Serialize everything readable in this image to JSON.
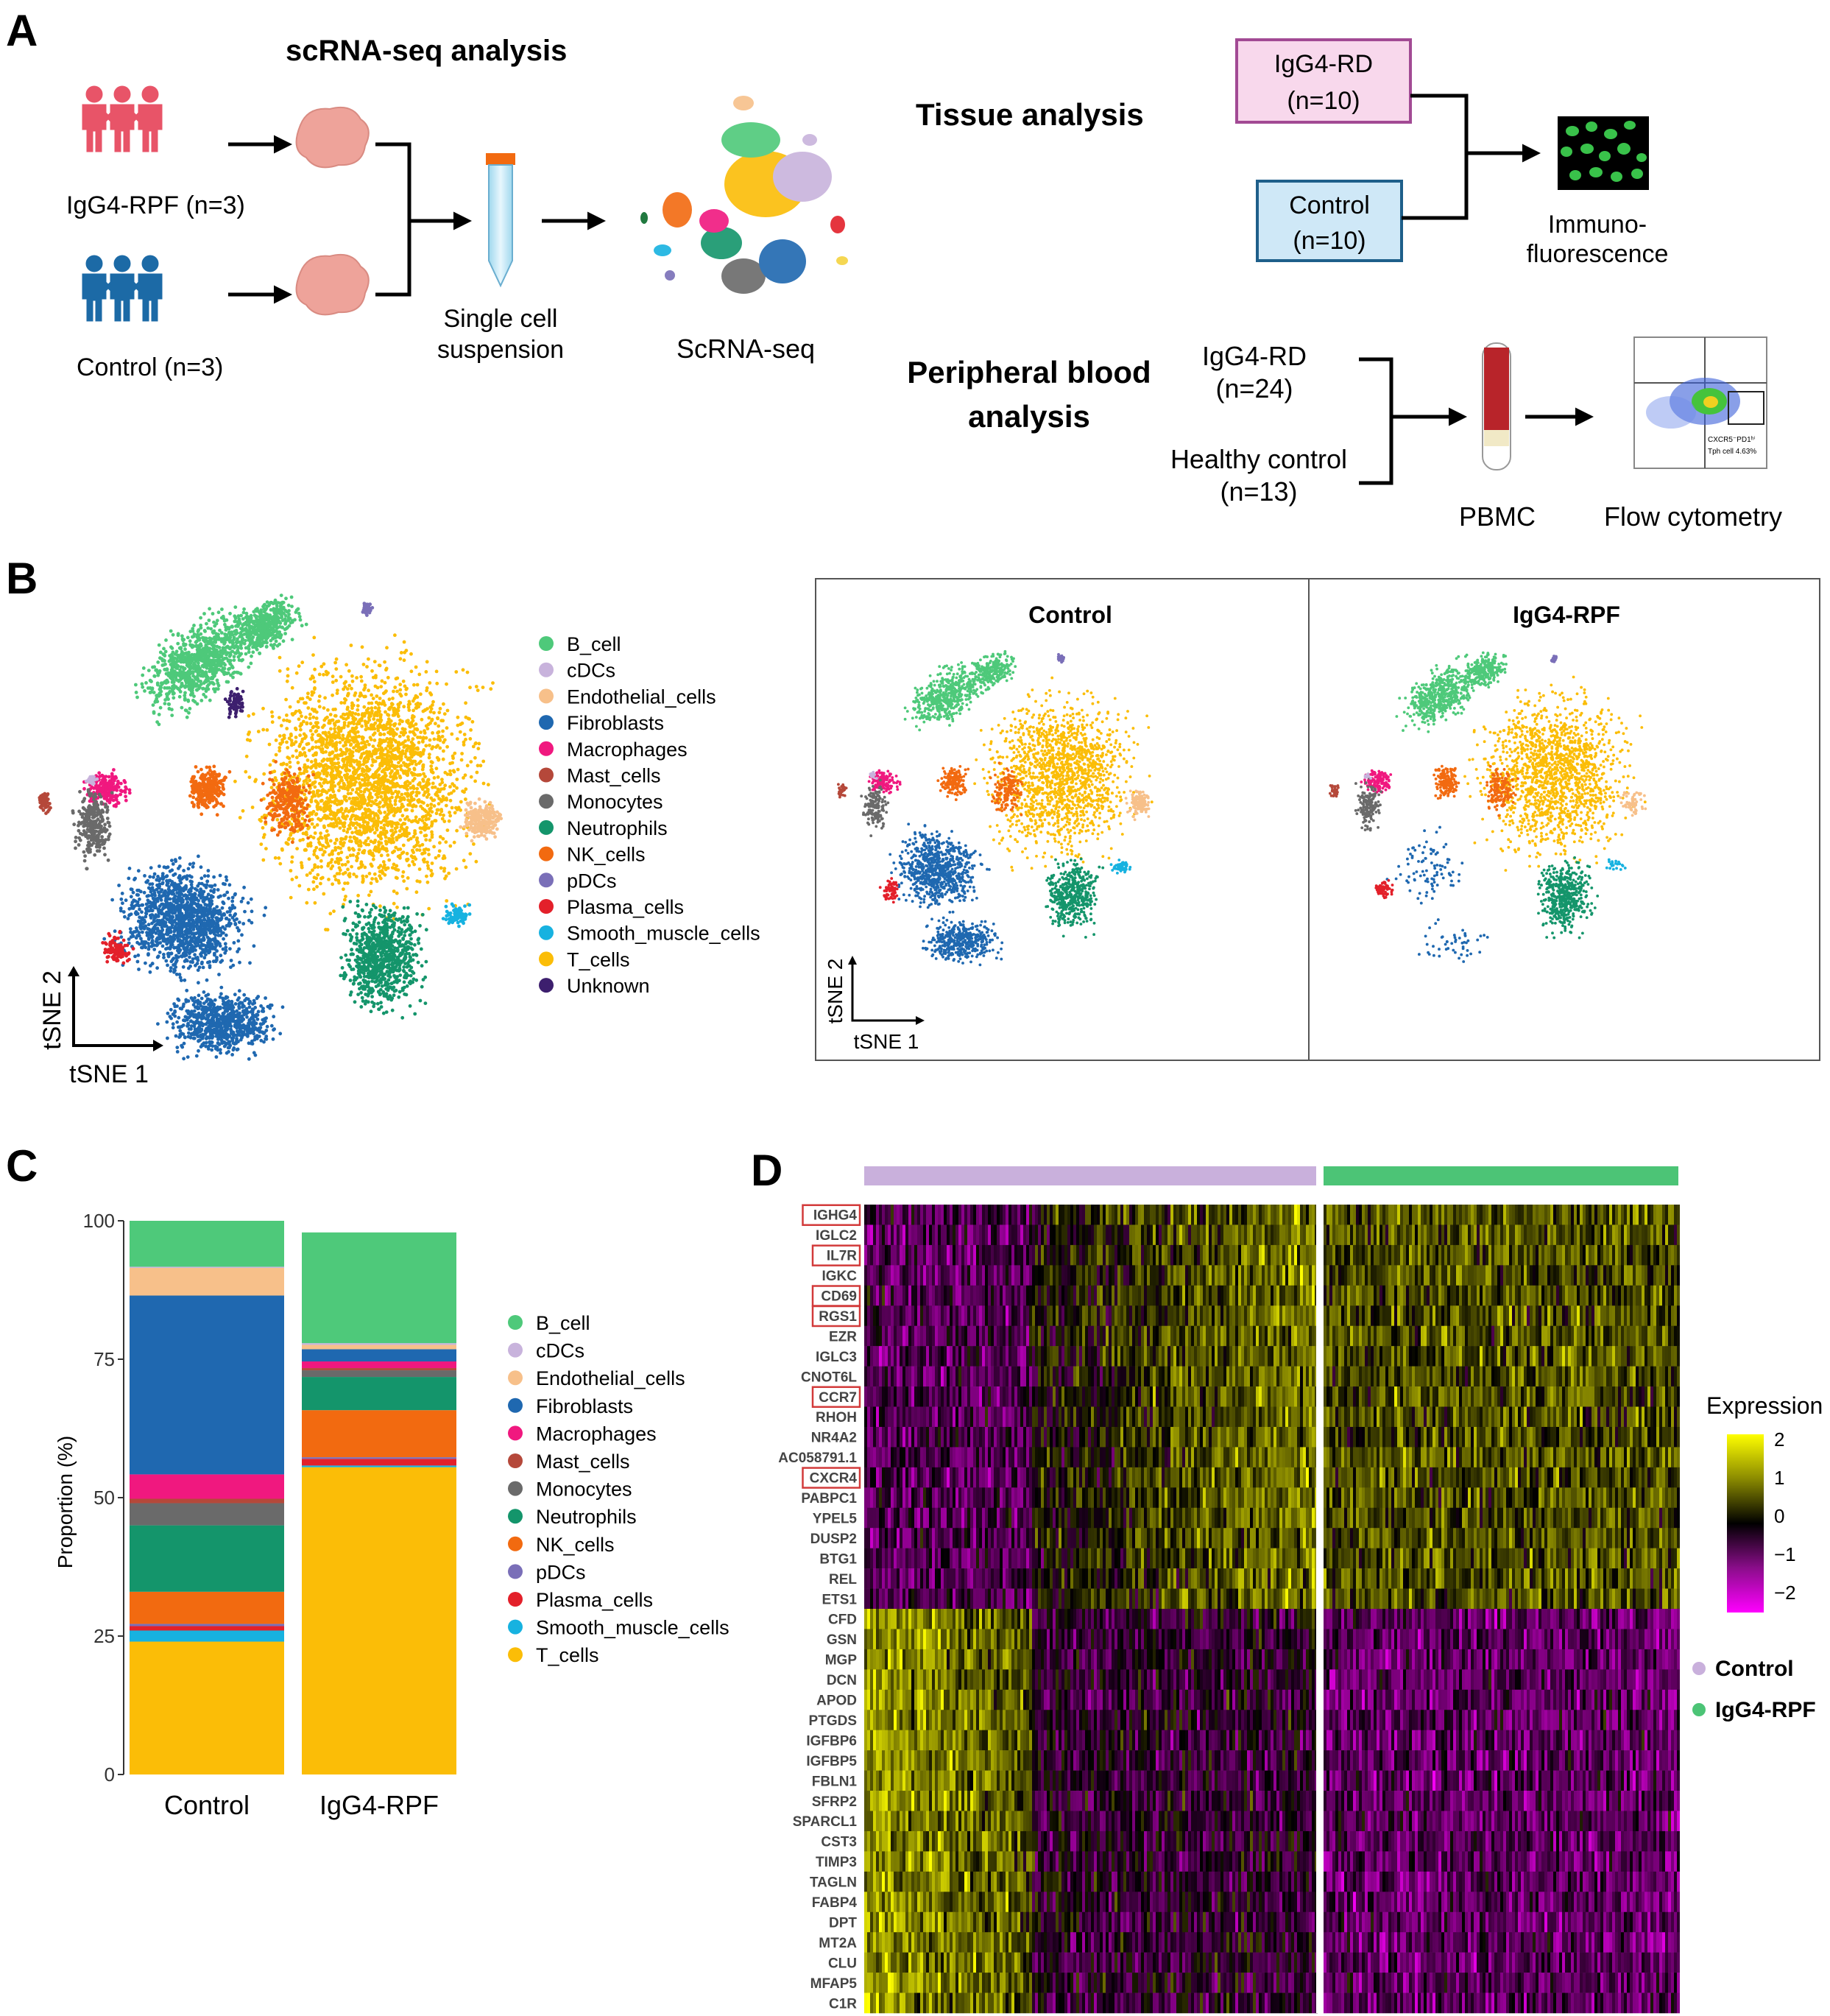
{
  "panelA": {
    "label": "A",
    "sc_title": "scRNA-seq analysis",
    "group1": "IgG4-RPF (n=3)",
    "group2": "Control (n=3)",
    "suspension_l1": "Single cell",
    "suspension_l2": "suspension",
    "scrnaseq": "ScRNA-seq",
    "tissue_title": "Tissue analysis",
    "tissue_box1_l1": "IgG4-RD",
    "tissue_box1_l2": "(n=10)",
    "tissue_box2_l1": "Control",
    "tissue_box2_l2": "(n=10)",
    "if_l1": "Immuno-",
    "if_l2": "fluorescence",
    "pb_title_l1": "Peripheral blood",
    "pb_title_l2": "analysis",
    "pb_g1_l1": "IgG4-RD",
    "pb_g1_l2": "(n=24)",
    "pb_g2_l1": "Healthy control",
    "pb_g2_l2": "(n=13)",
    "pbmc": "PBMC",
    "flow": "Flow cytometry",
    "flow_gate_l1": "CXCR5⁻PD1ʰⁱ",
    "flow_gate_l2": "Tph cell  4.63%"
  },
  "panelB": {
    "label": "B",
    "axis_x": "tSNE 1",
    "axis_y": "tSNE 2",
    "facet1": "Control",
    "facet2": "IgG4-RPF",
    "legend": [
      {
        "name": "B_cell",
        "color": "#4ec97a"
      },
      {
        "name": "cDCs",
        "color": "#c8b3dc"
      },
      {
        "name": "Endothelial_cells",
        "color": "#f7c08a"
      },
      {
        "name": "Fibroblasts",
        "color": "#1f68b0"
      },
      {
        "name": "Macrophages",
        "color": "#f0187f"
      },
      {
        "name": "Mast_cells",
        "color": "#b5483a"
      },
      {
        "name": "Monocytes",
        "color": "#6a6a6a"
      },
      {
        "name": "Neutrophils",
        "color": "#14956b"
      },
      {
        "name": "NK_cells",
        "color": "#f26a10"
      },
      {
        "name": "pDCs",
        "color": "#7a6fb8"
      },
      {
        "name": "Plasma_cells",
        "color": "#e3202a"
      },
      {
        "name": "Smooth_muscle_cells",
        "color": "#17b2e0"
      },
      {
        "name": "T_cells",
        "color": "#fbbd07"
      },
      {
        "name": "Unknown",
        "color": "#3d1f6e"
      }
    ]
  },
  "panelC": {
    "label": "C",
    "ylabel": "Proportion (%)",
    "legend": [
      {
        "name": "B_cell",
        "color": "#4ec97a"
      },
      {
        "name": "cDCs",
        "color": "#c8b3dc"
      },
      {
        "name": "Endothelial_cells",
        "color": "#f7c08a"
      },
      {
        "name": "Fibroblasts",
        "color": "#1f68b0"
      },
      {
        "name": "Macrophages",
        "color": "#f0187f"
      },
      {
        "name": "Mast_cells",
        "color": "#b5483a"
      },
      {
        "name": "Monocytes",
        "color": "#6a6a6a"
      },
      {
        "name": "Neutrophils",
        "color": "#14956b"
      },
      {
        "name": "NK_cells",
        "color": "#f26a10"
      },
      {
        "name": "pDCs",
        "color": "#7a6fb8"
      },
      {
        "name": "Plasma_cells",
        "color": "#e3202a"
      },
      {
        "name": "Smooth_muscle_cells",
        "color": "#17b2e0"
      },
      {
        "name": "T_cells",
        "color": "#fbbd07"
      }
    ]
  },
  "panelD": {
    "label": "D",
    "legend_title": "Expression",
    "scale_ticks": [
      "2",
      "1",
      "0",
      "−1",
      "−2"
    ],
    "group_legend": [
      {
        "name": "Control",
        "color": "#c9b0dc"
      },
      {
        "name": "IgG4-RPF",
        "color": "#4cc476"
      }
    ],
    "genes": [
      "IGHG4",
      "IGLC2",
      "IL7R",
      "IGKC",
      "CD69",
      "RGS1",
      "EZR",
      "IGLC3",
      "CNOT6L",
      "CCR7",
      "RHOH",
      "NR4A2",
      "AC058791.1",
      "CXCR4",
      "PABPC1",
      "YPEL5",
      "DUSP2",
      "BTG1",
      "REL",
      "ETS1",
      "CFD",
      "GSN",
      "MGP",
      "DCN",
      "APOD",
      "PTGDS",
      "IGFBP6",
      "IGFBP5",
      "FBLN1",
      "SFRP2",
      "SPARCL1",
      "CST3",
      "TIMP3",
      "TAGLN",
      "FABP4",
      "DPT",
      "MT2A",
      "CLU",
      "MFAP5",
      "C1R"
    ],
    "boxed_genes": [
      "IGHG4",
      "IL7R",
      "CD69",
      "RGS1",
      "CCR7",
      "CXCR4"
    ]
  },
  "chart_data": [
    {
      "type": "bar",
      "stacked": true,
      "categories": [
        "Control",
        "IgG4-RPF"
      ],
      "ylim": [
        0,
        100
      ],
      "yticks": [
        "0",
        "25",
        "50",
        "75",
        "100"
      ],
      "ylabel": "Proportion (%)",
      "legend_position": "right",
      "series": [
        {
          "name": "T_cells",
          "values": [
            24,
            55.5
          ]
        },
        {
          "name": "Smooth_muscle_cells",
          "values": [
            2,
            0.3
          ]
        },
        {
          "name": "Plasma_cells",
          "values": [
            0.8,
            1.2
          ]
        },
        {
          "name": "pDCs",
          "values": [
            0.4,
            0.3
          ]
        },
        {
          "name": "NK_cells",
          "values": [
            5.8,
            8.5
          ]
        },
        {
          "name": "Neutrophils",
          "values": [
            12,
            6
          ]
        },
        {
          "name": "Monocytes",
          "values": [
            4,
            1.2
          ]
        },
        {
          "name": "Mast_cells",
          "values": [
            0.8,
            0.4
          ]
        },
        {
          "name": "Macrophages",
          "values": [
            4.4,
            1.2
          ]
        },
        {
          "name": "Fibroblasts",
          "values": [
            32.3,
            2.2
          ]
        },
        {
          "name": "Endothelial_cells",
          "values": [
            5,
            0.8
          ]
        },
        {
          "name": "cDCs",
          "values": [
            0.2,
            0.3
          ]
        },
        {
          "name": "B_cell",
          "values": [
            8.3,
            20
          ]
        }
      ]
    },
    {
      "type": "heatmap",
      "color_scale": [
        -2,
        2
      ],
      "groups": [
        "Control",
        "IgG4-RPF"
      ],
      "genes": [
        "IGHG4",
        "IGLC2",
        "IL7R",
        "IGKC",
        "CD69",
        "RGS1",
        "EZR",
        "IGLC3",
        "CNOT6L",
        "CCR7",
        "RHOH",
        "NR4A2",
        "AC058791.1",
        "CXCR4",
        "PABPC1",
        "YPEL5",
        "DUSP2",
        "BTG1",
        "REL",
        "ETS1",
        "CFD",
        "GSN",
        "MGP",
        "DCN",
        "APOD",
        "PTGDS",
        "IGFBP6",
        "IGFBP5",
        "FBLN1",
        "SFRP2",
        "SPARCL1",
        "CST3",
        "TIMP3",
        "TAGLN",
        "FABP4",
        "DPT",
        "MT2A",
        "CLU",
        "MFAP5",
        "C1R"
      ]
    }
  ]
}
